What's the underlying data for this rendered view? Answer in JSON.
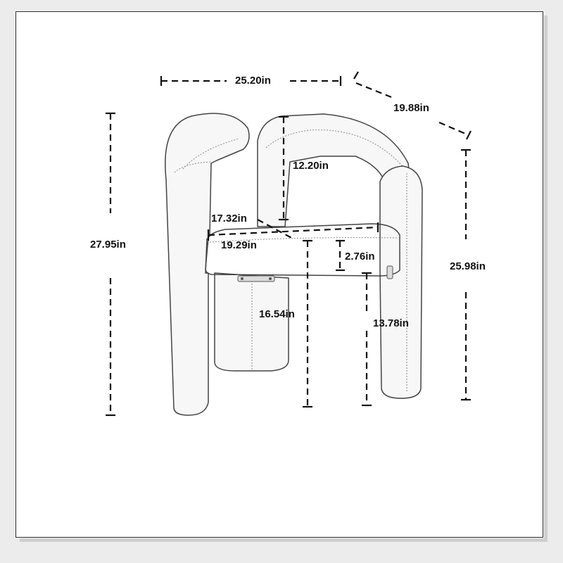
{
  "dimensions": {
    "width": "25.20in",
    "depth": "19.88in",
    "total_height": "27.95in",
    "arm_height": "25.98in",
    "back_height": "12.20in",
    "seat_depth": "17.32in",
    "seat_width": "19.29in",
    "seat_thickness": "2.76in",
    "seat_height": "16.54in",
    "leg_height": "13.78in"
  },
  "illustration": {
    "subject": "upholstered-armchair-line-drawing",
    "line_color": "#444444",
    "label_color": "#111111",
    "background": "#ffffff"
  }
}
